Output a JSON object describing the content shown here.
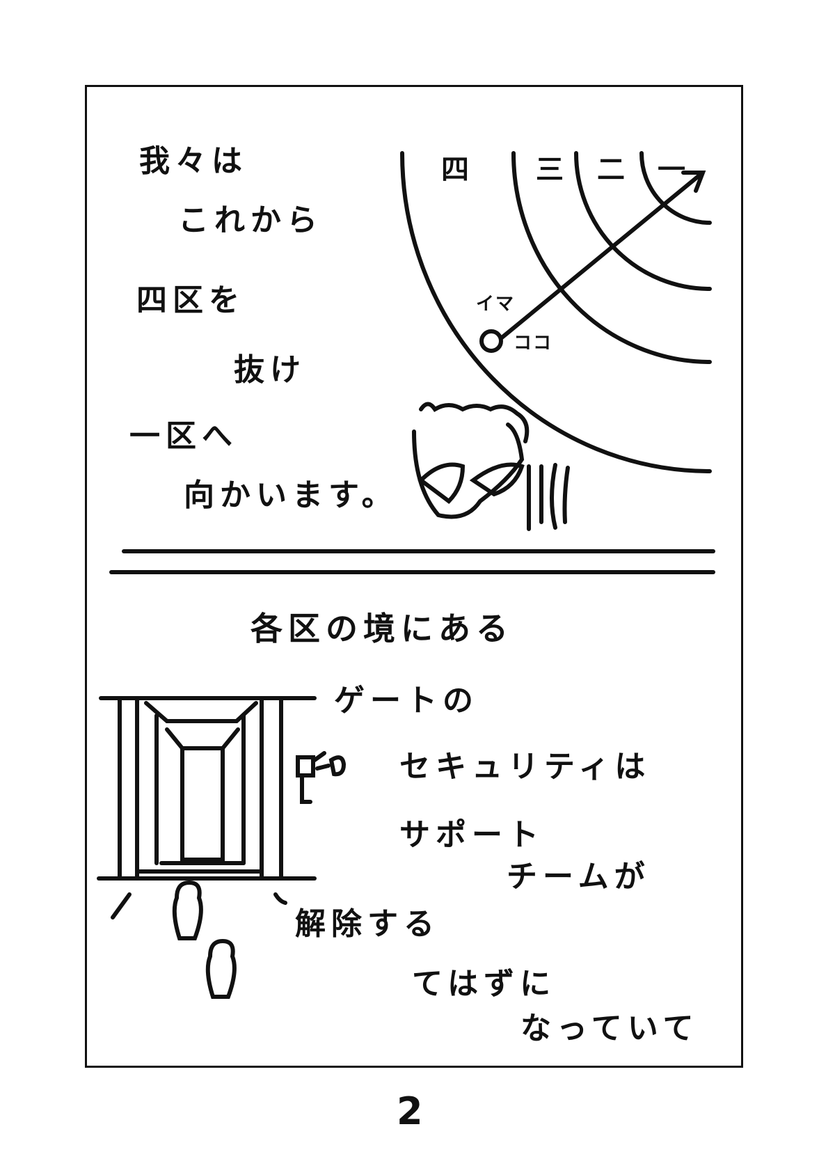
{
  "panel_top": {
    "lines": [
      "我々は",
      "これから",
      "四区を",
      "抜け",
      "一区へ",
      "向かいます。"
    ],
    "ring_labels": [
      "四",
      "三",
      "二",
      "一"
    ],
    "marker_labels": [
      "イマ",
      "ココ"
    ]
  },
  "panel_bottom": {
    "heading": "各区の境にある",
    "lines": [
      "ゲートの",
      "セキュリティは",
      "サポート",
      "チームが",
      "解除する",
      "てはずに",
      "なっていて"
    ]
  },
  "page_number": "2"
}
